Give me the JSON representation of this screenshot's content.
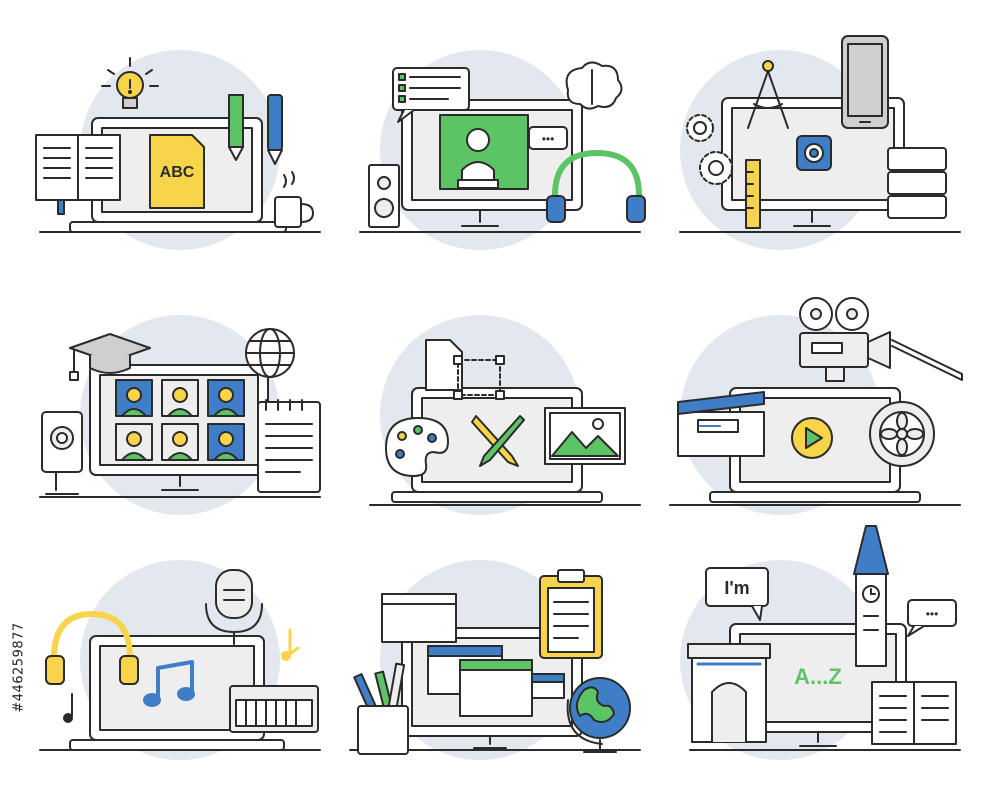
{
  "colors": {
    "outline": "#2b2b2b",
    "circle": "#e3e8ef",
    "screen": "#eeeeee",
    "yellow": "#f7d44a",
    "green": "#5dc465",
    "blue": "#3f7ec7",
    "gray": "#cfcfcf",
    "white": "#ffffff"
  },
  "tiles": {
    "writing": {
      "doc_text": "ABC"
    },
    "online_tutor": {
      "bubble_text": "•••"
    },
    "language": {
      "bubble_left": "I'm",
      "screen_text": "A...Z",
      "bubble_right": "•••"
    }
  },
  "watermark": {
    "id": "#446259877"
  }
}
